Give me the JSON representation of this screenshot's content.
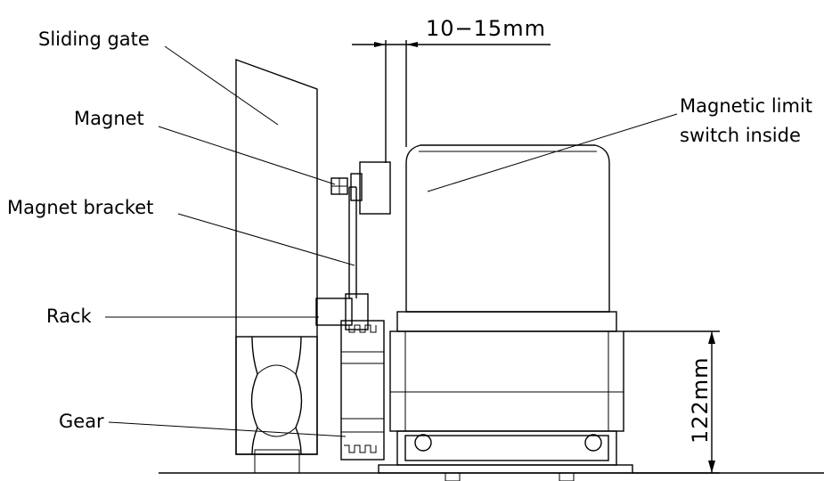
{
  "labels": {
    "sliding_gate": "Sliding gate",
    "magnet": "Magnet",
    "magnet_bracket": "Magnet bracket",
    "rack": "Rack",
    "gear": "Gear",
    "limit_switch_line1": "Magnetic limit",
    "limit_switch_line2": "switch inside"
  },
  "dimensions": {
    "gap": "10−15mm",
    "height": "122mm"
  }
}
